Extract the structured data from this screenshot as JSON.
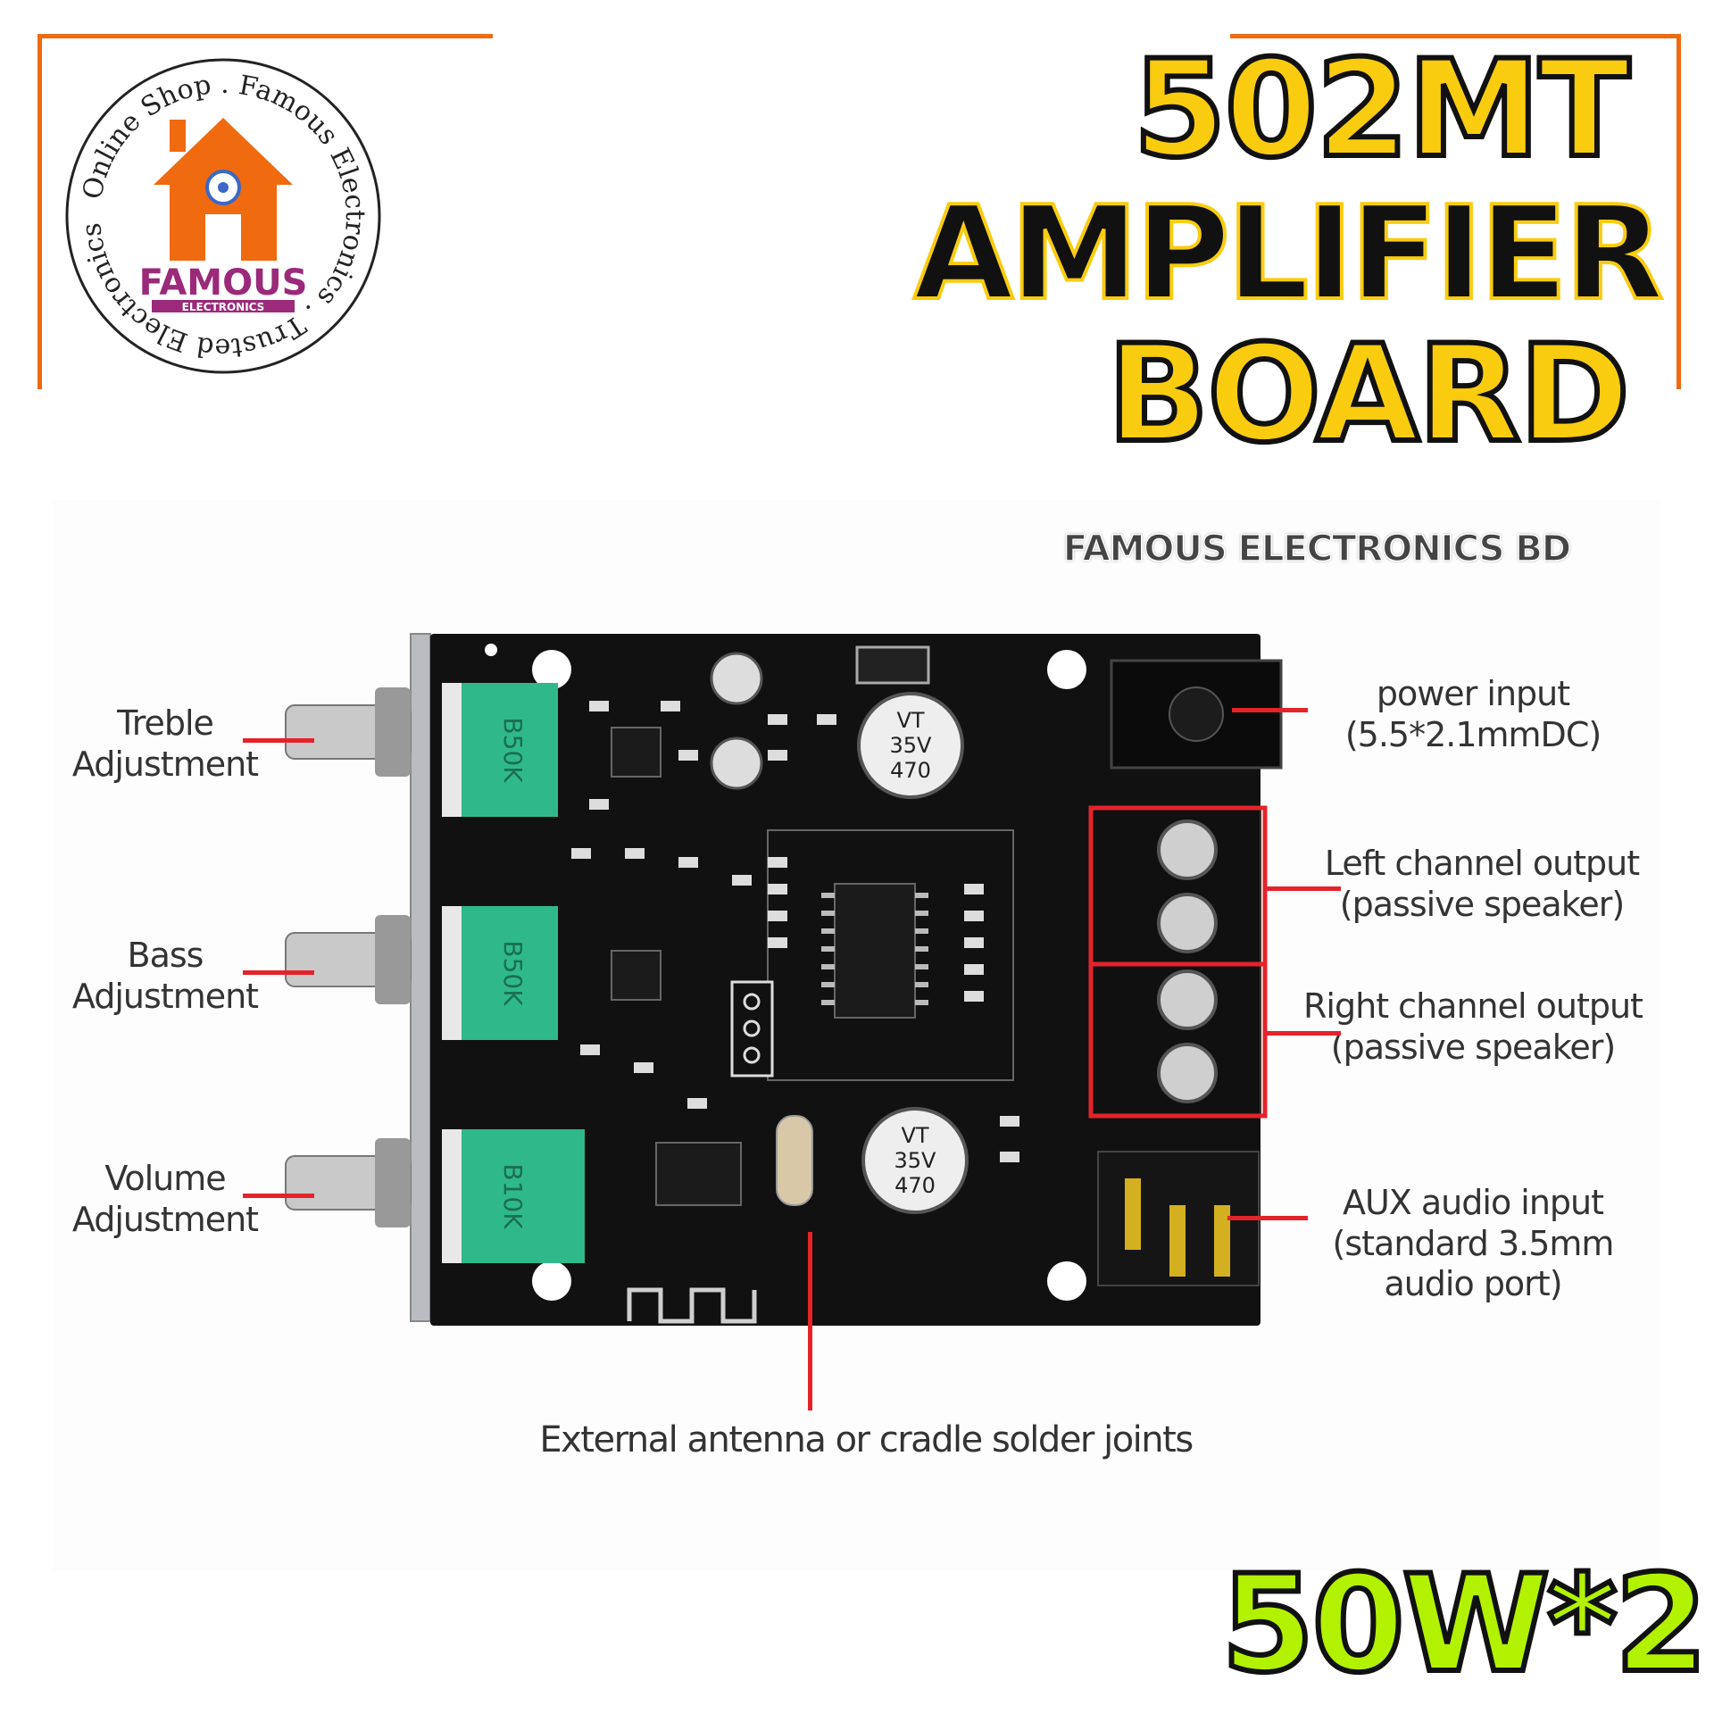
{
  "logo": {
    "ring_text": "Online Shop . Famous Electronics . Trusted Electronics",
    "brand": "FAMOUS",
    "sub": "ELECTRONICS"
  },
  "title": {
    "line1": "502MT",
    "line2": "AMPLIFIER",
    "line3": "BOARD"
  },
  "watermark": "FAMOUS ELECTRONICS BD",
  "labels": {
    "treble": "Treble Adjustment",
    "bass": "Bass Adjustment",
    "volume": "Volume Adjustment",
    "power_input_1": "power input",
    "power_input_2": "(5.5*2.1mmDC)",
    "left_out_1": "Left channel output",
    "left_out_2": "(passive speaker)",
    "right_out_1": "Right channel output",
    "right_out_2": "(passive speaker)",
    "aux_1": "AUX audio input",
    "aux_2": "(standard 3.5mm",
    "aux_3": "audio port)",
    "antenna": "External antenna or cradle solder joints"
  },
  "board": {
    "pot_treble": "B50K",
    "pot_bass": "B50K",
    "pot_volume": "B10K",
    "cap_text_1": "470",
    "cap_text_2": "35V",
    "cap_text_3": "VT"
  },
  "power_rating": "50W*2",
  "colors": {
    "frame": "#f06a10",
    "title_yellow": "#f9cc10",
    "pointer_red": "#e4232a",
    "power_green": "#b2f200",
    "pot_green": "#2fb98a",
    "board_black": "#111111"
  }
}
